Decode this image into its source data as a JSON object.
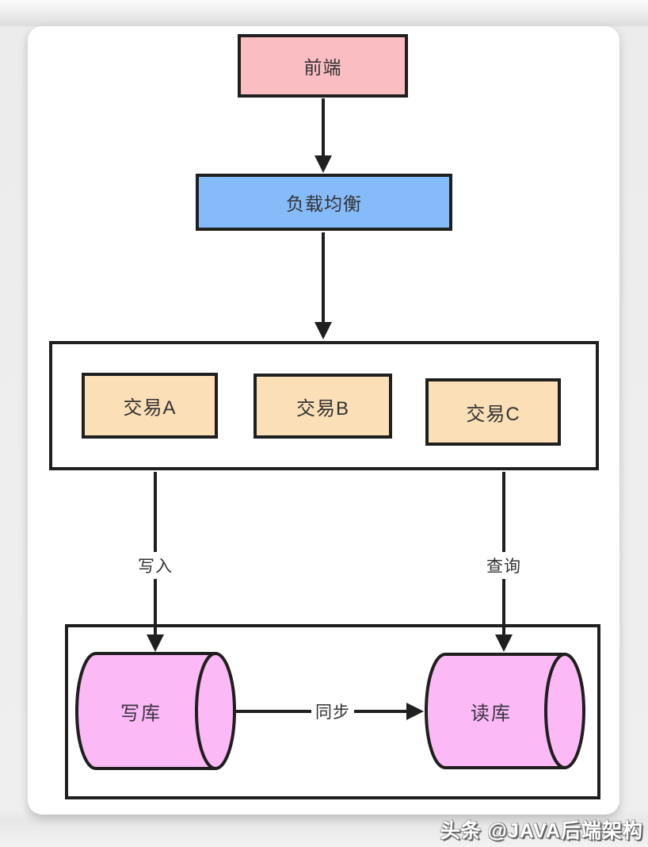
{
  "diagram": {
    "nodes": {
      "frontend": {
        "label": "前端",
        "fill": "#f9bdc2"
      },
      "load_balancer": {
        "label": "负载均衡",
        "fill": "#85bbf8"
      },
      "transaction_a": {
        "label": "交易A",
        "fill": "#fbdfb6"
      },
      "transaction_b": {
        "label": "交易B",
        "fill": "#fbdfb6"
      },
      "transaction_c": {
        "label": "交易C",
        "fill": "#fbdfb6"
      },
      "write_db": {
        "label": "写库",
        "fill": "#fbb9f6"
      },
      "read_db": {
        "label": "读库",
        "fill": "#fbb9f6"
      }
    },
    "edges": {
      "write_label": "写入",
      "query_label": "查询",
      "sync_label": "同步"
    },
    "colors": {
      "border": "#1f1f1f",
      "arrow": "#1f1f1f",
      "text": "#333333",
      "card_background": "#ffffff"
    }
  },
  "watermark": {
    "text": "头条 @JAVA后端架构"
  }
}
